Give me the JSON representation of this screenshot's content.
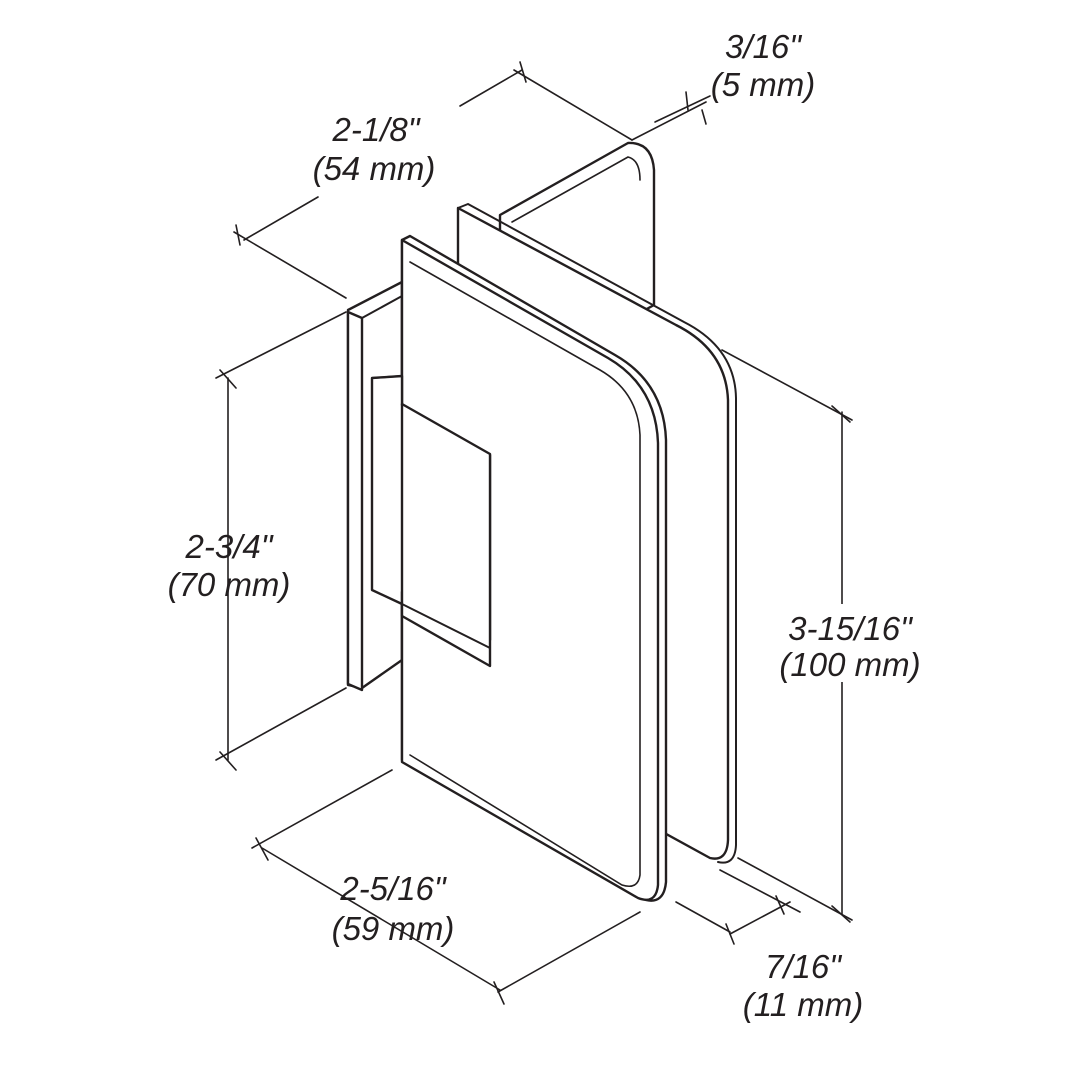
{
  "dimensions": {
    "glass_thickness": {
      "imperial": "3/16\"",
      "metric": "(5 mm)"
    },
    "depth": {
      "imperial": "2-1/8\"",
      "metric": "(54 mm)"
    },
    "wall_plate_height": {
      "imperial": "2-3/4\"",
      "metric": "(70 mm)"
    },
    "overall_height": {
      "imperial": "3-15/16\"",
      "metric": "(100 mm)"
    },
    "width": {
      "imperial": "2-5/16\"",
      "metric": "(59 mm)"
    },
    "plate_thickness": {
      "imperial": "7/16\"",
      "metric": "(11 mm)"
    }
  }
}
